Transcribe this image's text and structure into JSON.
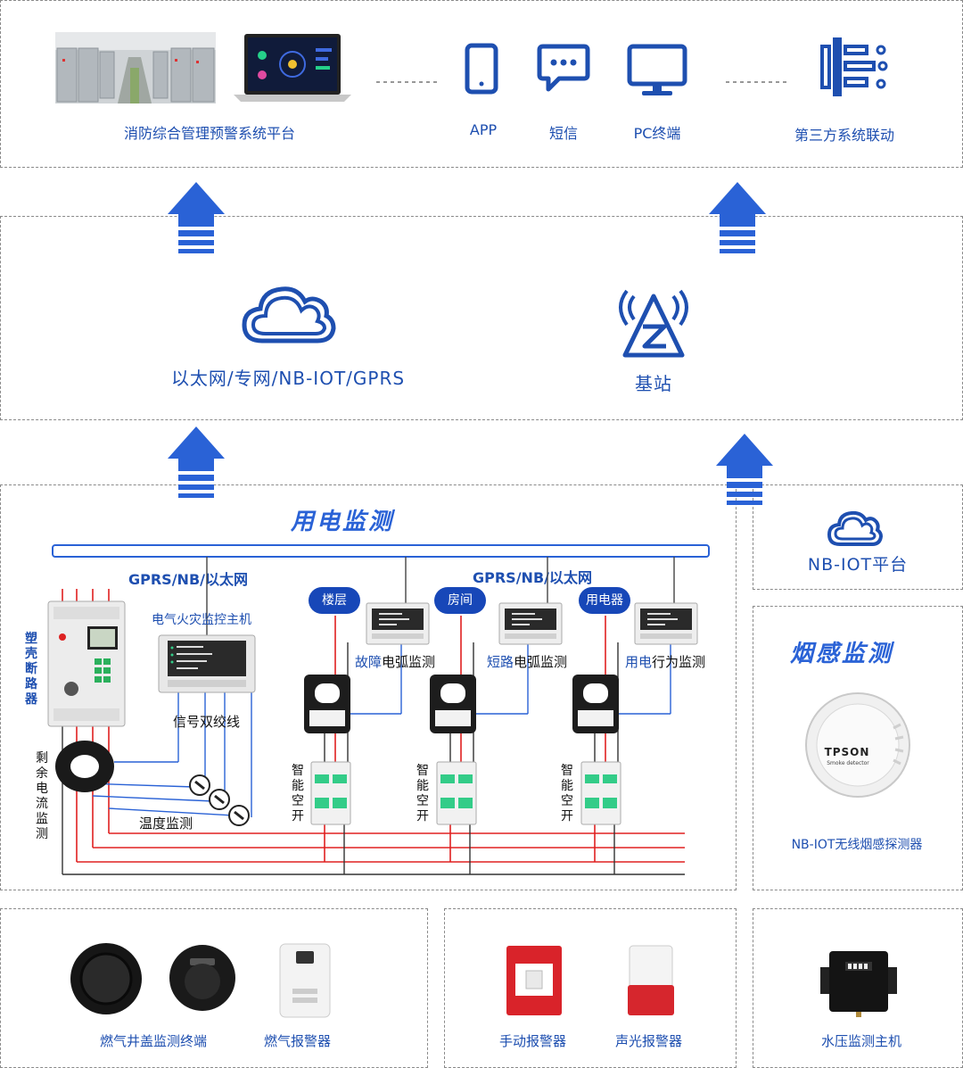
{
  "top": {
    "platform": "消防综合管理预警系统平台",
    "app": "APP",
    "sms": "短信",
    "pc": "PC终端",
    "third_party": "第三方系统联动"
  },
  "network": {
    "left": "以太网/专网/NB-IOT/GPRS",
    "right": "基站"
  },
  "power": {
    "title": "用电监测",
    "bus_label_left": "GPRS/NB/以太网",
    "bus_label_right": "GPRS/NB/以太网",
    "host": "电气火灾监控主机",
    "breaker": "塑壳断路器",
    "residual": "剩余电流监测",
    "twisted_pair": "信号双绞线",
    "temperature": "温度监测",
    "badges": [
      "楼层",
      "房间",
      "用电器"
    ],
    "smart_switch": "智能空开",
    "fault_arc": {
      "prefix": "故障",
      "suffix": "电弧监测"
    },
    "short_arc": {
      "prefix": "短路",
      "suffix": "电弧监测"
    },
    "behavior": {
      "prefix": "用电",
      "suffix": "行为监测"
    }
  },
  "nbiot": {
    "label": "NB-IOT平台"
  },
  "smoke": {
    "title": "烟感监测",
    "detector": "NB-IOT无线烟感探测器",
    "brand": "TPSON",
    "brand_sub": "Smoke detector"
  },
  "bottom": {
    "gas_manhole": "燃气井盖监测终端",
    "gas_alarm": "燃气报警器",
    "manual_alarm": "手动报警器",
    "sound_light": "声光报警器",
    "water_pressure": "水压监测主机"
  },
  "colors": {
    "brand_blue": "#1e4fb0",
    "arrow_blue": "#2a62d6",
    "wire_red": "#e02020"
  }
}
